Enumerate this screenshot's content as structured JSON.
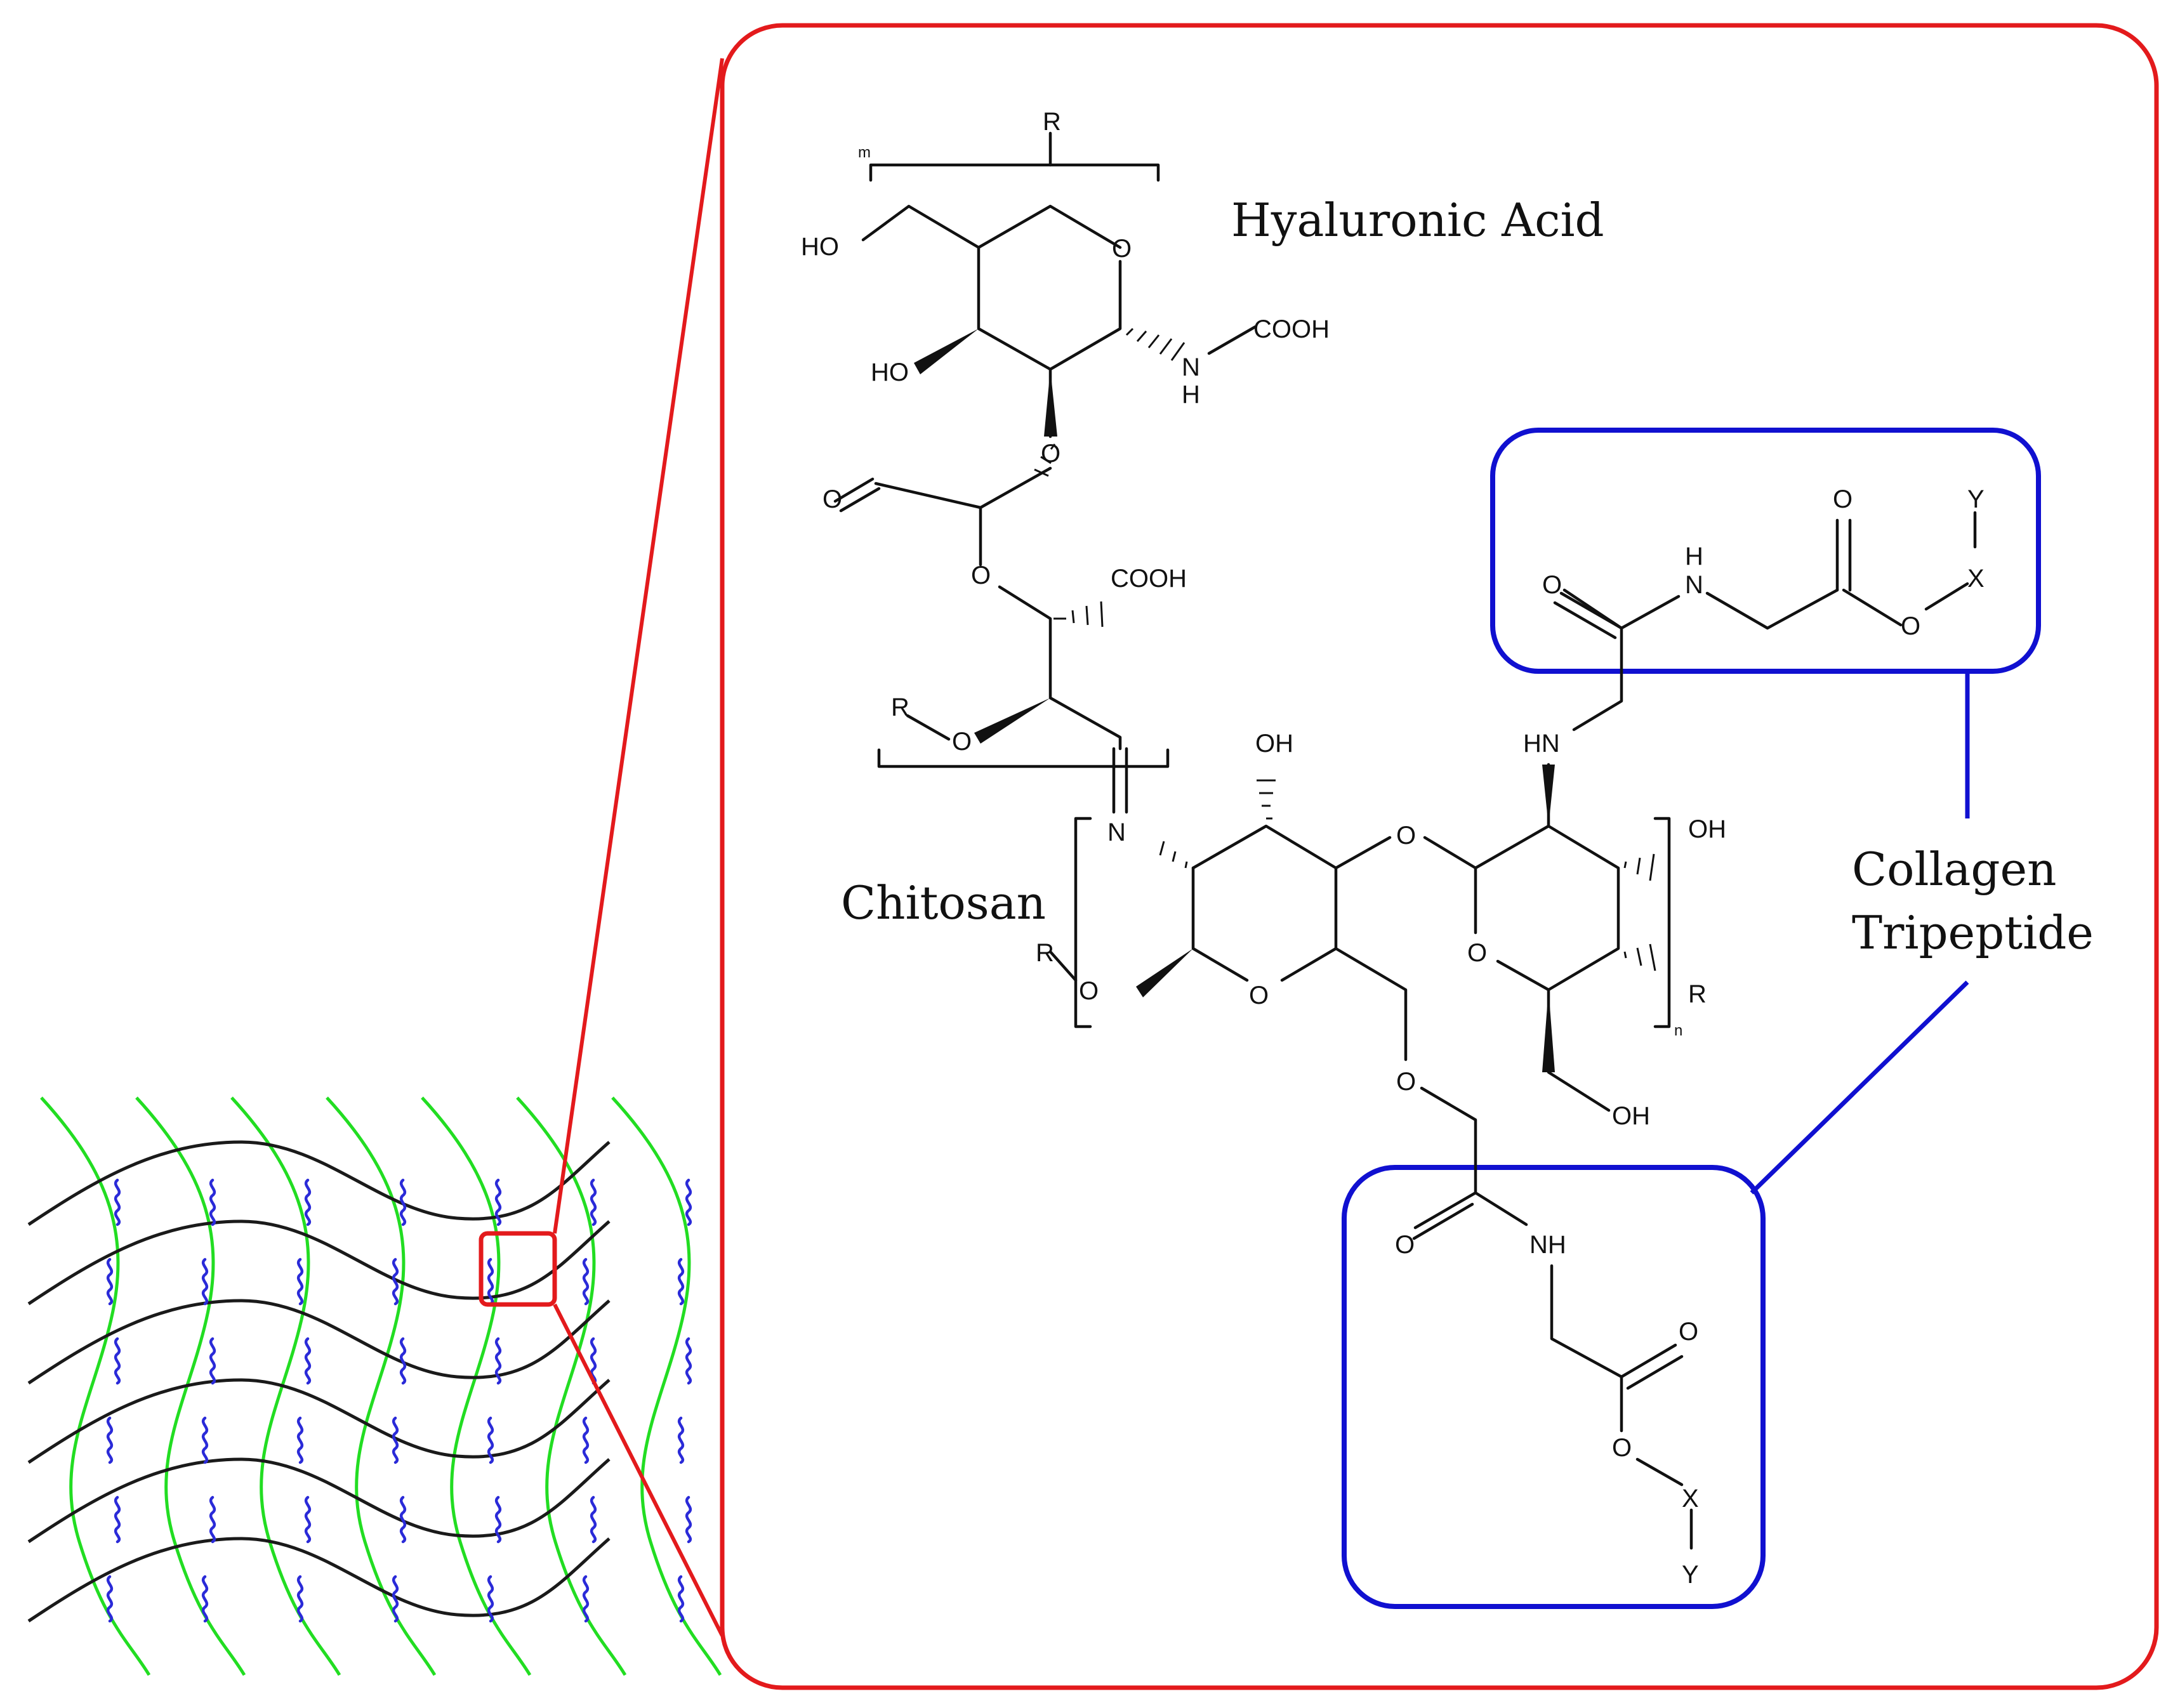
{
  "labels": {
    "hyaluronic_acid": "Hyaluronic Acid",
    "chitosan": "Chitosan",
    "collagen_line1": "Collagen",
    "collagen_line2": "Tripeptide"
  },
  "atoms": {
    "R": "R",
    "HO": "HO",
    "OH": "OH",
    "O": "O",
    "N": "N",
    "NH": "NH",
    "HN": "HN",
    "H": "H",
    "COOH": "COOH",
    "X": "X",
    "Y": "Y",
    "m": "m",
    "n": "n"
  },
  "colors": {
    "zoom_frame": "#e31a1c",
    "collagen_box": "#1010d0",
    "chitosan_strands": "#1a1a1a",
    "hyaluronic_strands": "#22dd22",
    "collagen_squiggles": "#2a2ad8"
  }
}
